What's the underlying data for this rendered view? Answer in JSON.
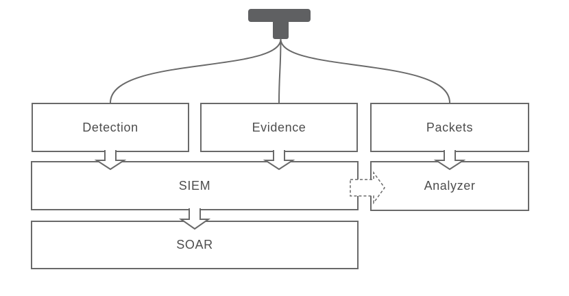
{
  "diagram": {
    "type": "flow-diagram",
    "nodes": [
      {
        "id": "detection",
        "label": "Detection"
      },
      {
        "id": "evidence",
        "label": "Evidence"
      },
      {
        "id": "packets",
        "label": "Packets"
      },
      {
        "id": "siem",
        "label": "SIEM"
      },
      {
        "id": "analyzer",
        "label": "Analyzer"
      },
      {
        "id": "soar",
        "label": "SOAR"
      }
    ],
    "icons": [
      {
        "name": "network-tap-icon",
        "shape": "T-shaped sensor block feeding three curved lines"
      }
    ],
    "edges": [
      {
        "from": "network-tap",
        "to": "detection",
        "style": "curved line"
      },
      {
        "from": "network-tap",
        "to": "evidence",
        "style": "straight line"
      },
      {
        "from": "network-tap",
        "to": "packets",
        "style": "curved line"
      },
      {
        "from": "detection",
        "to": "siem",
        "style": "solid block arrow down"
      },
      {
        "from": "evidence",
        "to": "siem",
        "style": "solid block arrow down"
      },
      {
        "from": "packets",
        "to": "analyzer",
        "style": "solid block arrow down"
      },
      {
        "from": "siem",
        "to": "soar",
        "style": "solid block arrow down"
      },
      {
        "from": "siem",
        "to": "analyzer",
        "style": "dashed block arrow right"
      }
    ],
    "colors": {
      "background": "#ffffff",
      "node_border": "#696969",
      "node_fill": "#ffffff",
      "label_text": "#4d4d4d",
      "connector": "#696969",
      "tap_icon": "#5f6062"
    }
  }
}
